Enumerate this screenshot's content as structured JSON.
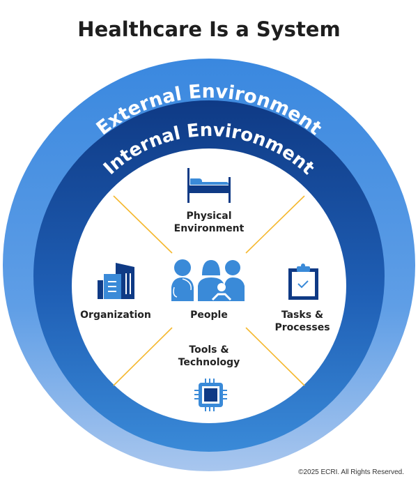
{
  "title": "Healthcare Is a System",
  "rings": {
    "external": "External Environment",
    "internal": "Internal Environment"
  },
  "components": {
    "physical_1": "Physical",
    "physical_2": "Environment",
    "organization": "Organization",
    "people": "People",
    "tasks_1": "Tasks &",
    "tasks_2": "Processes",
    "tools_1": "Tools &",
    "tools_2": "Technology"
  },
  "icons": [
    "bed-icon",
    "building-icon",
    "people-icon",
    "clipboard-check-icon",
    "chip-icon"
  ],
  "colors": {
    "dark_blue": "#0f3a85",
    "mid_blue": "#3b8be0",
    "light_blue": "#a8c6ee",
    "accent_line": "#f5b82e"
  },
  "copyright": "©2025 ECRI. All Rights Reserved."
}
